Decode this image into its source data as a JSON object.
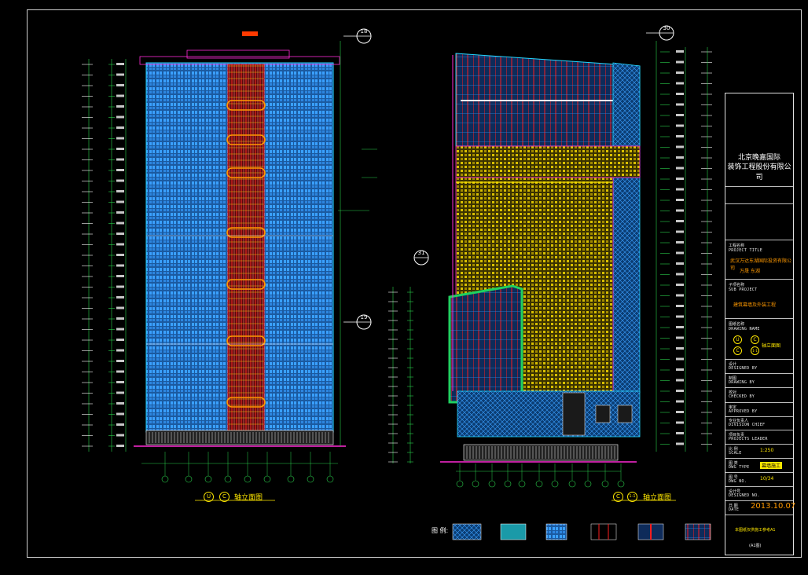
{
  "title_block": {
    "company_line1": "北京晚嘉国际",
    "company_line2": "装饰工程股份有限公司",
    "project_title_cn": "工程名称",
    "project_title_en": "PROJECT TITLE",
    "project_name": "武汉万达东湖国际投资有限公司",
    "project_name2": "万晟 东湖",
    "sub_project_cn": "子项名称",
    "sub_project_en": "SUB PROJECT",
    "sub_project_name": "建筑幕墙及外装工程",
    "drawing_name_cn": "图纸名称",
    "drawing_name_en": "DRAWING NAME",
    "drawing_name": "轴立面图",
    "axis_a": "U",
    "axis_b": "C",
    "axis_c": "C",
    "axis_d": "1-1",
    "designed_cn": "设计",
    "designed_en": "DESIGNED BY",
    "drawn_cn": "制图",
    "drawn_en": "DRAWING BY",
    "checked_cn": "校对",
    "checked_en": "CHECKED BY",
    "approved_cn": "审定",
    "approved_en": "APPROVED BY",
    "chief_cn": "专业负责人",
    "chief_en": "DIVISION CHIEF",
    "leader_cn": "项目负责",
    "leader_en": "PROJECTS LEADER",
    "scale_cn": "比 例",
    "scale_en": "SCALE",
    "scale_value": "1:250",
    "type_cn": "图 类",
    "type_en": "DWG TYPE",
    "type_value": "幕墙施工",
    "no_cn": "图 号",
    "no_en": "DWG NO.",
    "no_value": "10/34",
    "design_no_cn": "设计号",
    "design_no_en": "DESIGNED NO.",
    "date_cn": "日 期",
    "date_en": "DATE",
    "date_value": "2013.10.07",
    "footer_note": "本图纸仅供施工参考A1",
    "sheet_size": "(A1图)"
  },
  "captions": {
    "left_axis_a": "U",
    "left_axis_b": "C",
    "left_caption": "轴立面图",
    "right_axis_a": "C",
    "right_axis_b": "1-1",
    "right_caption": "轴立面图",
    "legend_title": "图 例:"
  },
  "tags": {
    "left_top": "18",
    "left_mid": "19",
    "right_top": "30",
    "right_mid": "31"
  },
  "colors": {
    "facade_blue": "#3aa0ff",
    "red_line": "#ff1e1e",
    "yellow": "#ffe800",
    "green": "#20d060",
    "magenta": "#ff2bd6",
    "cyan": "#24d8ff"
  }
}
